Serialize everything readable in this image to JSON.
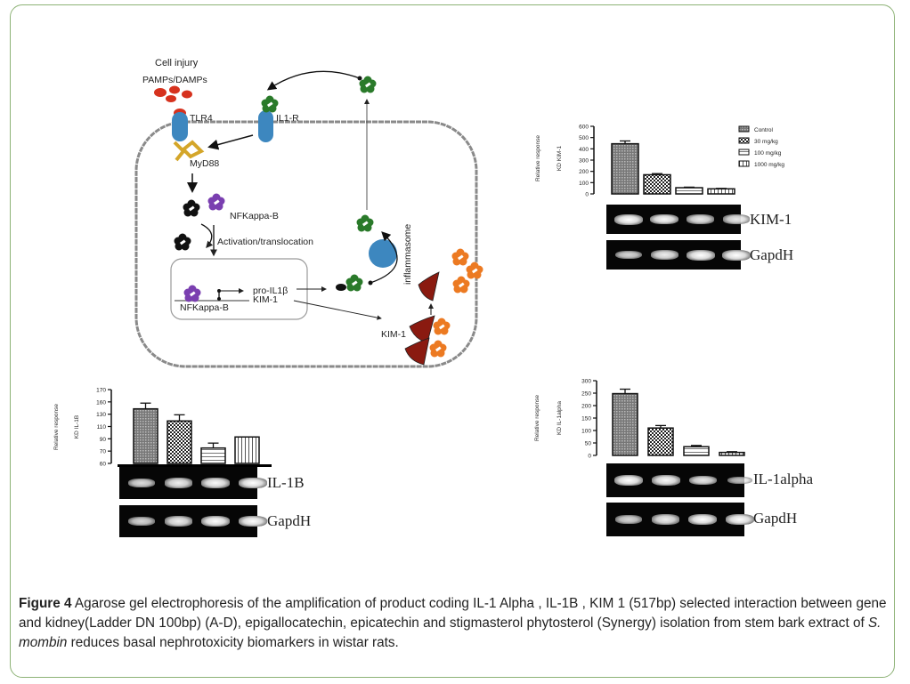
{
  "figure": {
    "label": "Figure 4",
    "caption_parts": [
      {
        "text": " Agarose gel electrophoresis of the amplification of product coding IL-1 Alpha , IL-1B , KIM 1 (517bp) selected interaction between gene and kidney(Ladder DN 100bp) (A-D), epigallocatechin, epicatechin and stigmasterol phytosterol (Synergy) isolation from stem bark extract of ",
        "italic": false
      },
      {
        "text": "S. mombin",
        "italic": true
      },
      {
        "text": " reduces basal nephrotoxicity biomarkers in wistar rats.",
        "italic": false
      }
    ]
  },
  "diagram": {
    "labels": {
      "cell_injury": "Cell injury",
      "pamps_damps": "PAMPs/DAMPs",
      "tlr4": "TLR4",
      "il1r": "IL1-R",
      "myd88": "MyD88",
      "nfkappab_cyto": "NFKappa-B",
      "activation": "Activation/translocation",
      "nfkappab_nucleus": "NFKappa-B",
      "pro_il1b": "pro-IL1β",
      "kim1_gene": "KIM-1",
      "kim1_membrane": "KIM-1",
      "inflammasome": "inflammasome"
    },
    "colors": {
      "pamps": "#d6321e",
      "receptor": "#3d87bf",
      "myd88": "#d4a62a",
      "nfkb": "#7a3fb0",
      "il1": "#2a7a2a",
      "kim1": "#8a1a10",
      "ligand_orange": "#ec7a22",
      "membrane": "#8a8a8a"
    }
  },
  "chart_data": [
    {
      "id": "kim1",
      "type": "bar",
      "title": "",
      "ylabel": "Relative response KD KIM-1",
      "ylim": [
        0,
        600
      ],
      "yticks": [
        0,
        100,
        200,
        300,
        400,
        500,
        600
      ],
      "categories": [
        "Control",
        "30 mg/kg",
        "100 mg/kg",
        "1000 mg/kg"
      ],
      "values": [
        445,
        170,
        55,
        45
      ],
      "errors": [
        25,
        10,
        5,
        4
      ],
      "legend": {
        "position": "top-right",
        "entries": [
          "Control",
          "30 mg/kg",
          "100 mg/kg",
          "1000 mg/kg"
        ]
      },
      "gel": {
        "target_label": "KIM-1",
        "reference_label": "GapdH",
        "target_bands": [
          1.0,
          0.95,
          0.8,
          0.8
        ],
        "reference_bands": [
          0.65,
          0.85,
          1.0,
          1.0
        ]
      }
    },
    {
      "id": "il1b",
      "type": "bar",
      "title": "",
      "ylabel": "Relative response KD IL-1B",
      "ylim": [
        60,
        170
      ],
      "yticks": [
        60,
        70,
        90,
        110,
        130,
        160,
        170
      ],
      "ytick_labels": [
        "60",
        "70",
        "90",
        "110",
        "130",
        "160",
        "170"
      ],
      "categories": [
        "Control",
        "30 mg/kg",
        "100 mg/kg",
        "1000 mg/kg"
      ],
      "values": [
        143,
        119,
        75,
        93
      ],
      "errors": [
        14,
        10,
        8,
        0
      ],
      "gel": {
        "target_label": "IL-1B",
        "reference_label": "GapdH",
        "target_bands": [
          0.7,
          0.85,
          0.95,
          1.0
        ],
        "reference_bands": [
          0.65,
          0.85,
          1.0,
          1.0
        ]
      }
    },
    {
      "id": "il1alpha",
      "type": "bar",
      "title": "",
      "ylabel": "Relative response KD IL-1alpha",
      "ylim": [
        0,
        300
      ],
      "yticks": [
        0,
        50,
        100,
        150,
        200,
        250,
        300
      ],
      "categories": [
        "Control",
        "30 mg/kg",
        "100 mg/kg",
        "1000 mg/kg"
      ],
      "values": [
        248,
        110,
        35,
        12
      ],
      "errors": [
        18,
        10,
        5,
        3
      ],
      "gel": {
        "target_label": "IL-1alpha",
        "reference_label": "GapdH",
        "target_bands": [
          1.0,
          0.95,
          0.8,
          0.45
        ],
        "reference_bands": [
          0.65,
          0.85,
          1.0,
          1.0
        ]
      }
    }
  ]
}
